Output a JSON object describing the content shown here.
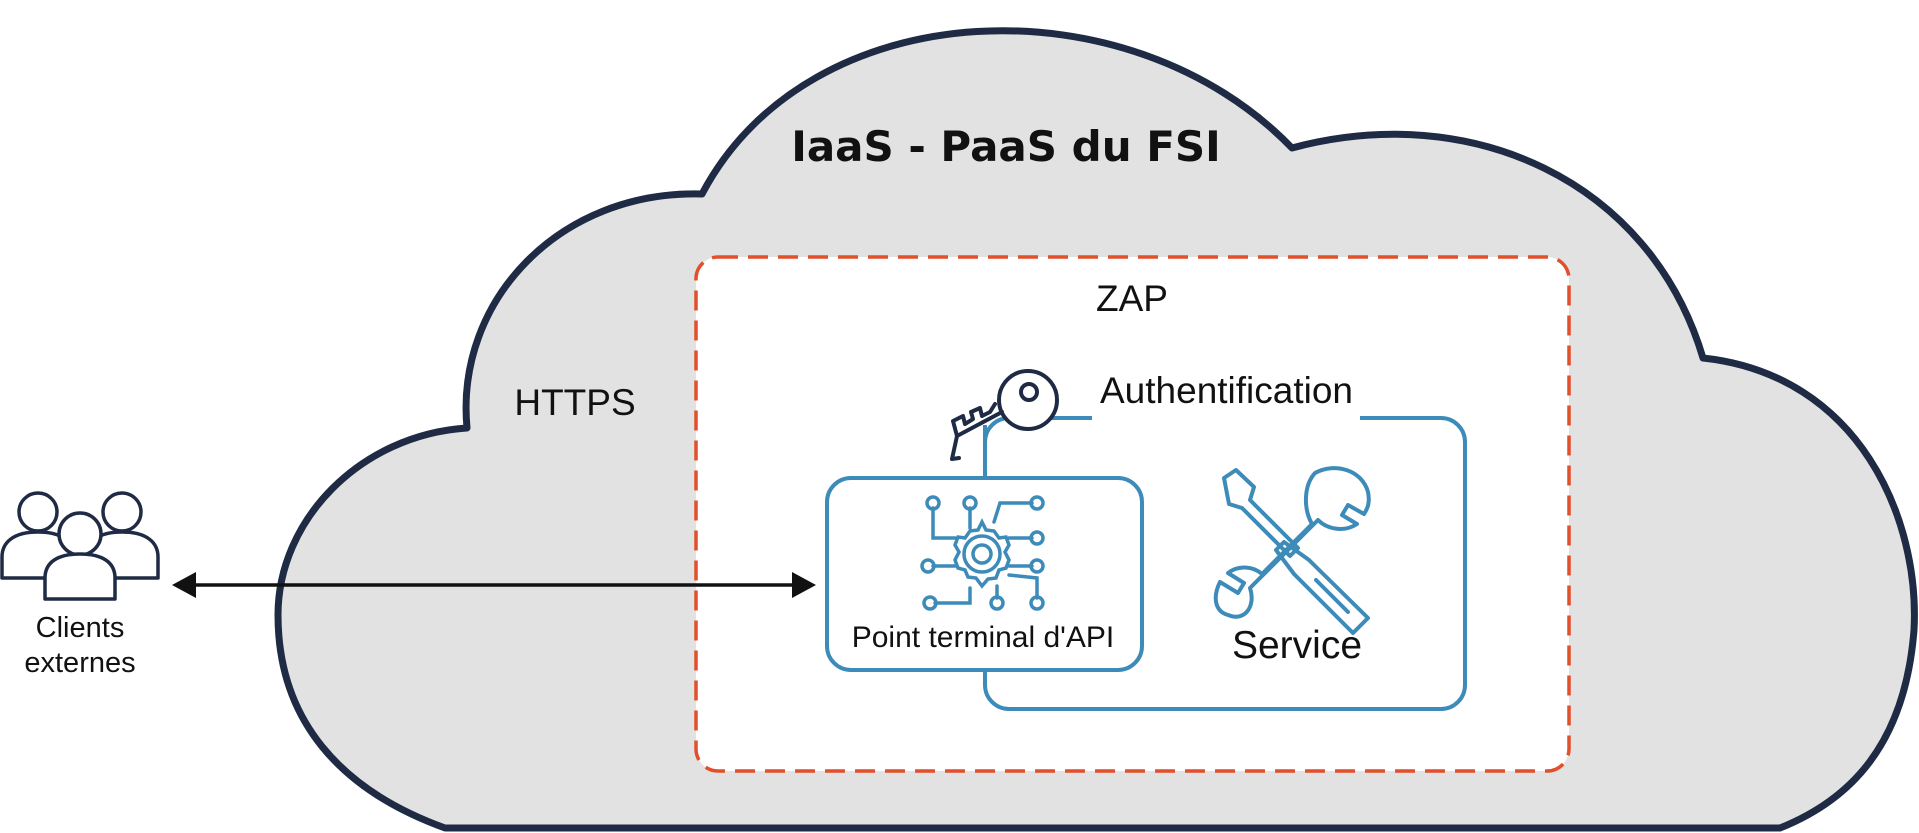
{
  "cloud": {
    "title": "IaaS - PaaS du FSI"
  },
  "zone": {
    "label": "ZAP"
  },
  "protocol": {
    "label": "HTTPS"
  },
  "auth": {
    "label": "Authentification"
  },
  "endpoint": {
    "label": "Point terminal d'API"
  },
  "service": {
    "label": "Service"
  },
  "clients": {
    "line1": "Clients",
    "line2": "externes"
  },
  "colors": {
    "cloud_fill": "#e1e2e1",
    "cloud_stroke": "#1f2b45",
    "zone_stroke": "#e14f2b",
    "box_stroke": "#3d8bb8",
    "text": "#111111"
  },
  "icons": {
    "clients": "users-group-icon",
    "key": "key-icon",
    "api": "circuit-gear-icon",
    "service": "wrench-screwdriver-icon",
    "arrow": "double-arrow-icon"
  }
}
